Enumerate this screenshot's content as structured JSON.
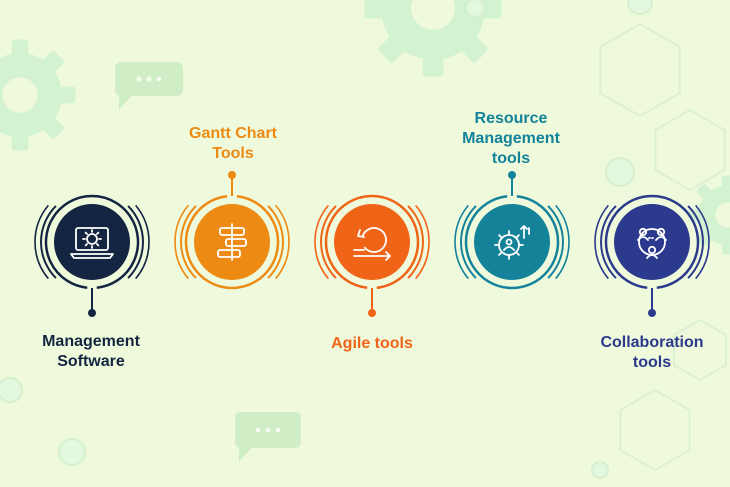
{
  "colors": {
    "background": "#effadc",
    "decor": "#d3f3d0",
    "chat_bubble": "#cfeec6",
    "navy": "#142542",
    "orange": "#ec8a14",
    "red_orange": "#f06418",
    "teal": "#14839a",
    "indigo": "#2b3a8c"
  },
  "tools": [
    {
      "label_lines": [
        "Management",
        "Software"
      ],
      "color": "#142542",
      "label_position": "bottom",
      "icon": "laptop-gear-icon"
    },
    {
      "label_lines": [
        "Gantt Chart",
        "Tools"
      ],
      "color": "#ec8a14",
      "label_position": "top",
      "icon": "gantt-bars-icon"
    },
    {
      "label_lines": [
        "Agile tools"
      ],
      "color": "#f06418",
      "label_position": "bottom",
      "icon": "agile-cycle-icon"
    },
    {
      "label_lines": [
        "Resource",
        "Management",
        "tools"
      ],
      "color": "#14839a",
      "label_position": "top",
      "icon": "resource-gear-icon"
    },
    {
      "label_lines": [
        "Collaboration",
        "tools"
      ],
      "color": "#2b3a8c",
      "label_position": "bottom",
      "icon": "team-network-icon"
    }
  ]
}
